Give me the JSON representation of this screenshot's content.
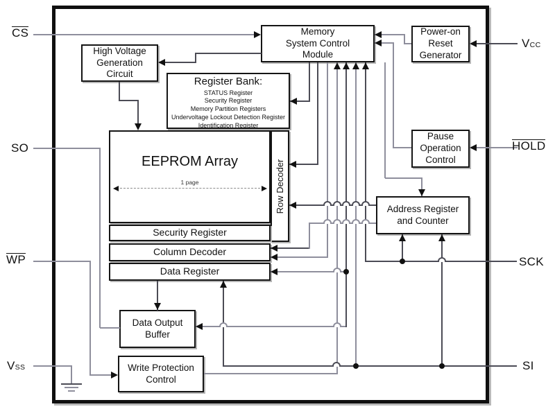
{
  "title": "EEPROM functional block diagram",
  "colors": {
    "wire_light": "#8e8e9c",
    "wire_dark": "#4b4b55",
    "block_border": "#141414",
    "shadow": "#b5b5b5"
  },
  "pins": {
    "cs": "CS",
    "so": "SO",
    "wp": "WP",
    "vss_main": "V",
    "vss_sub": "SS",
    "vcc_main": "V",
    "vcc_sub": "CC",
    "hold": "HOLD",
    "sck": "SCK",
    "si": "SI"
  },
  "blocks": {
    "hvgc": "High Voltage\nGeneration\nCircuit",
    "mscm": "Memory\nSystem Control\nModule",
    "por": "Power-on\nReset\nGenerator",
    "register_bank_title": "Register Bank:",
    "register_bank_items": [
      "STATUS Register",
      "Security Register",
      "Memory Partition Registers",
      "Undervoltage Lockout Detection Register",
      "Identification Register"
    ],
    "eeprom": "EEPROM Array",
    "page_label": "1 page",
    "row_decoder": "Row Decoder",
    "security_register": "Security Register",
    "column_decoder": "Column Decoder",
    "data_register": "Data Register",
    "pause": "Pause\nOperation\nControl",
    "arc": "Address Register\nand Counter",
    "dob": "Data Output\nBuffer",
    "wpc": "Write Protection\nControl"
  }
}
